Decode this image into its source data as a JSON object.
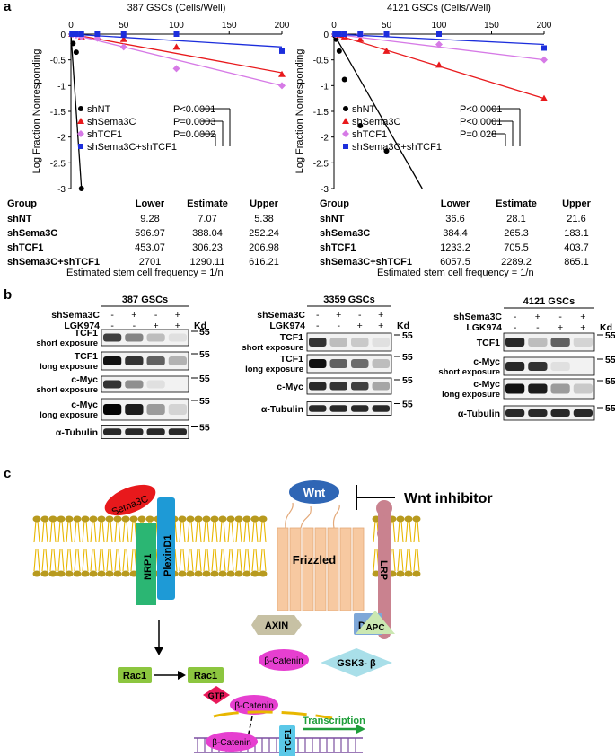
{
  "panels": {
    "a": "a",
    "b": "b",
    "c": "c"
  },
  "chart_data": [
    {
      "type": "scatter",
      "title": "387 GSCs (Cells/Well)",
      "ylabel": "Log Fraction Nonresponding",
      "xlim": [
        0,
        200
      ],
      "ylim": [
        -3,
        0
      ],
      "xticks": [
        0,
        50,
        100,
        150,
        200
      ],
      "yticks": [
        0,
        -0.5,
        -1,
        -1.5,
        -2,
        -2.5,
        -3
      ],
      "xtick_labels": [
        "0",
        "50",
        "100",
        "150",
        "200"
      ],
      "ytick_labels": [
        "0",
        "-0.5",
        "-1",
        "-1.5",
        "-2",
        "-2.5",
        "-3"
      ],
      "legend_position": "lower-left",
      "series": [
        {
          "name": "shNT",
          "marker": "circle",
          "color": "#000000",
          "pval": "P<0.0001",
          "x": [
            1,
            2,
            5,
            10
          ],
          "y": [
            -0.01,
            -0.18,
            -0.35,
            -3.0
          ],
          "line": [
            [
              0,
              0
            ],
            [
              10,
              -3.0
            ]
          ]
        },
        {
          "name": "shSema3C",
          "marker": "triangle",
          "color": "#e8191c",
          "pval": "P=0.0003",
          "x": [
            1,
            2,
            5,
            10,
            25,
            50,
            100,
            200
          ],
          "y": [
            0,
            0,
            0,
            -0.05,
            -0.05,
            -0.1,
            -0.25,
            -0.78
          ],
          "line": [
            [
              0,
              0
            ],
            [
              200,
              -0.75
            ]
          ]
        },
        {
          "name": "shTCF1",
          "marker": "diamond",
          "color": "#d67ae6",
          "pval": "P=0.0002",
          "x": [
            1,
            2,
            5,
            10,
            25,
            50,
            100,
            200
          ],
          "y": [
            0,
            0,
            -0.02,
            -0.05,
            -0.08,
            -0.25,
            -0.67,
            -1.0
          ],
          "line": [
            [
              0,
              0
            ],
            [
              200,
              -1.0
            ]
          ]
        },
        {
          "name": "shSema3C+shTCF1",
          "marker": "square",
          "color": "#1c2edc",
          "pval": "",
          "x": [
            1,
            2,
            5,
            10,
            25,
            50,
            100,
            200
          ],
          "y": [
            0,
            0,
            0,
            0,
            0,
            0,
            0,
            -0.33
          ],
          "line": [
            [
              0,
              0
            ],
            [
              200,
              -0.25
            ]
          ]
        }
      ]
    },
    {
      "type": "scatter",
      "title": "4121 GSCs (Cells/Well)",
      "ylabel": "Log Fraction Nonresponding",
      "xlim": [
        0,
        200
      ],
      "ylim": [
        -3,
        0
      ],
      "xticks": [
        0,
        50,
        100,
        150,
        200
      ],
      "yticks": [
        0,
        -0.5,
        -1,
        -1.5,
        -2,
        -2.5,
        -3
      ],
      "xtick_labels": [
        "0",
        "50",
        "100",
        "150",
        "200"
      ],
      "ytick_labels": [
        "0",
        "-0.5",
        "-1",
        "-1.5",
        "-2",
        "-2.5",
        "-3"
      ],
      "legend_position": "lower-left",
      "series": [
        {
          "name": "shNT",
          "marker": "circle",
          "color": "#000000",
          "pval": "P<0.0001",
          "x": [
            1,
            2,
            5,
            10,
            25,
            50
          ],
          "y": [
            -0.03,
            -0.1,
            -0.33,
            -0.88,
            -1.78,
            -2.27
          ],
          "line": [
            [
              0,
              0
            ],
            [
              84,
              -3.0
            ]
          ]
        },
        {
          "name": "shSema3C",
          "marker": "triangle",
          "color": "#e8191c",
          "pval": "P<0.0001",
          "x": [
            1,
            2,
            5,
            10,
            25,
            50,
            100,
            200
          ],
          "y": [
            0,
            0,
            -0.02,
            -0.05,
            -0.1,
            -0.33,
            -0.6,
            -1.25
          ],
          "line": [
            [
              0,
              0
            ],
            [
              200,
              -1.25
            ]
          ]
        },
        {
          "name": "shTCF1",
          "marker": "diamond",
          "color": "#d67ae6",
          "pval": "P=0.028",
          "x": [
            1,
            2,
            5,
            10,
            25,
            50,
            100,
            200
          ],
          "y": [
            0,
            0,
            0,
            0,
            0,
            0,
            -0.2,
            -0.5
          ],
          "line": [
            [
              0,
              0
            ],
            [
              200,
              -0.5
            ]
          ]
        },
        {
          "name": "shSema3C+shTCF1",
          "marker": "square",
          "color": "#1c2edc",
          "pval": "",
          "x": [
            1,
            2,
            5,
            10,
            25,
            50,
            100,
            200
          ],
          "y": [
            0,
            0,
            0,
            0,
            0,
            0,
            0,
            -0.27
          ],
          "line": [
            [
              0,
              0
            ],
            [
              200,
              -0.2
            ]
          ]
        }
      ]
    }
  ],
  "tables": [
    {
      "headers": [
        "Group",
        "Lower",
        "Estimate",
        "Upper"
      ],
      "rows": [
        {
          "group": "shNT",
          "lower": "9.28",
          "estimate": "7.07",
          "upper": "5.38"
        },
        {
          "group": "shSema3C",
          "lower": "596.97",
          "estimate": "388.04",
          "upper": "252.24"
        },
        {
          "group": "shTCF1",
          "lower": "453.07",
          "estimate": "306.23",
          "upper": "206.98"
        },
        {
          "group": "shSema3C+shTCF1",
          "lower": "2701",
          "estimate": "1290.11",
          "upper": "616.21"
        }
      ],
      "footnote": "Estimated stem cell frequency = 1/n"
    },
    {
      "headers": [
        "Group",
        "Lower",
        "Estimate",
        "Upper"
      ],
      "rows": [
        {
          "group": "shNT",
          "lower": "36.6",
          "estimate": "28.1",
          "upper": "21.6"
        },
        {
          "group": "shSema3C",
          "lower": "384.4",
          "estimate": "265.3",
          "upper": "183.1"
        },
        {
          "group": "shTCF1",
          "lower": "1233.2",
          "estimate": "705.5",
          "upper": "403.7"
        },
        {
          "group": "shSema3C+shTCF1",
          "lower": "6057.5",
          "estimate": "2289.2",
          "upper": "865.1"
        }
      ],
      "footnote": "Estimated stem cell frequency = 1/n"
    }
  ],
  "blots": {
    "row1_label": "shSema3C",
    "row2_label": "LGK974",
    "row1_signs": [
      "-",
      "+",
      "-",
      "+"
    ],
    "row2_signs": [
      "-",
      "-",
      "+",
      "+"
    ],
    "kd_label": "Kd",
    "marker": "55",
    "groups": [
      {
        "title": "387 GSCs",
        "bands": [
          {
            "label": "TCF1",
            "sub": "short exposure",
            "intensity": [
              0.75,
              0.45,
              0.2,
              0.05
            ]
          },
          {
            "label": "TCF1",
            "sub": "long exposure",
            "intensity": [
              0.95,
              0.8,
              0.6,
              0.25
            ]
          },
          {
            "label": "c-Myc",
            "sub": "short exposure",
            "intensity": [
              0.8,
              0.4,
              0.05,
              0.0
            ]
          },
          {
            "label": "c-Myc",
            "sub": "long exposure",
            "intensity": [
              1.0,
              0.9,
              0.35,
              0.1
            ]
          },
          {
            "label": "α-Tubulin",
            "sub": "",
            "intensity": [
              0.85,
              0.85,
              0.85,
              0.85
            ]
          }
        ]
      },
      {
        "title": "3359 GSCs",
        "bands": [
          {
            "label": "TCF1",
            "sub": "short exposure",
            "intensity": [
              0.8,
              0.2,
              0.15,
              0.05
            ]
          },
          {
            "label": "TCF1",
            "sub": "long exposure",
            "intensity": [
              0.95,
              0.6,
              0.55,
              0.2
            ]
          },
          {
            "label": "c-Myc",
            "sub": "",
            "intensity": [
              0.85,
              0.8,
              0.75,
              0.3
            ]
          },
          {
            "label": "α-Tubulin",
            "sub": "",
            "intensity": [
              0.85,
              0.85,
              0.85,
              0.85
            ]
          }
        ]
      },
      {
        "title": "4121 GSCs",
        "bands": [
          {
            "label": "TCF1",
            "sub": "",
            "intensity": [
              0.85,
              0.2,
              0.6,
              0.1
            ]
          },
          {
            "label": "c-Myc",
            "sub": "short exposure",
            "intensity": [
              0.85,
              0.8,
              0.05,
              0.0
            ]
          },
          {
            "label": "c-Myc",
            "sub": "long exposure",
            "intensity": [
              0.95,
              0.9,
              0.35,
              0.15
            ]
          },
          {
            "label": "α-Tubulin",
            "sub": "",
            "intensity": [
              0.85,
              0.85,
              0.85,
              0.85
            ]
          }
        ]
      }
    ]
  },
  "diagram": {
    "sema3c": "Sema3C",
    "nrp1": "NRP1",
    "plexind1": "PlexinD1",
    "wnt": "Wnt",
    "frizzled": "Frizzled",
    "lrp": "LRP",
    "wnt_inhibitor": "Wnt inhibitor",
    "axin": "AXIN",
    "dvl": "DVL",
    "apc": "APC",
    "gsk3b": "GSK3- β",
    "rac1_a": "Rac1",
    "rac1_b": "Rac1",
    "gtp": "GTP",
    "beta_catenin_free": "β-Catenin",
    "beta_catenin_mid": "β-Catenin",
    "beta_catenin_dna": "β-Catenin",
    "tcf1": "TCF1",
    "transcription": "Transcription"
  }
}
